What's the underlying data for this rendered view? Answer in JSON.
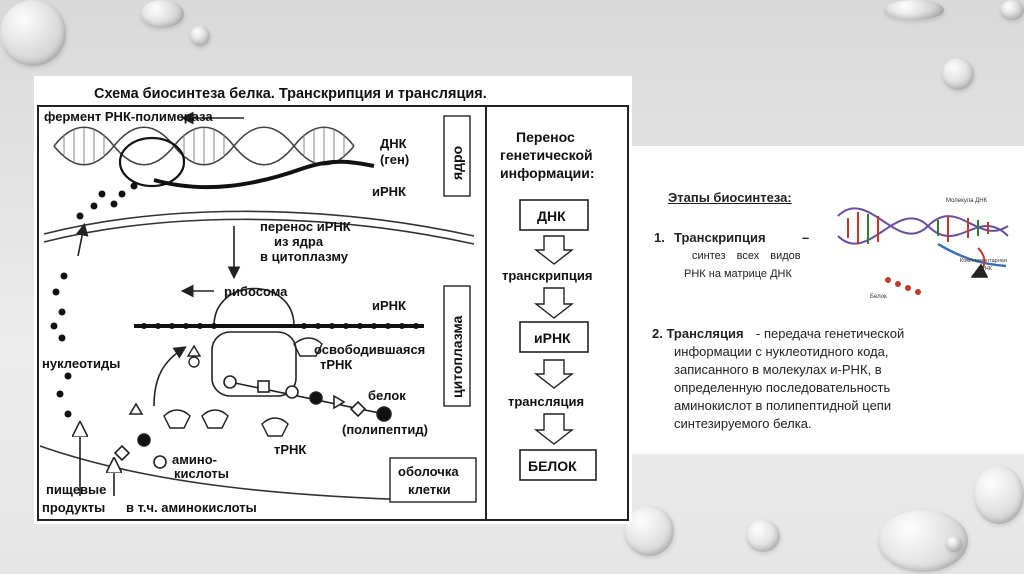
{
  "diagram": {
    "title": "Схема биосинтеза белка. Транскрипция и трансляция.",
    "labels": {
      "enzyme": "фермент РНК-полимераза",
      "dna": "ДНК",
      "gene": "(ген)",
      "irna_top": "иРНК",
      "nucleus": "ядро",
      "transfer_line1": "перенос иРНК",
      "transfer_line2": "из ядра",
      "transfer_line3": "в цитоплазму",
      "ribosome": "рибосома",
      "irna_mid": "иРНК",
      "cytoplasm": "цитоплазма",
      "nucleotides": "нуклеотиды",
      "freed_line1": "освободившаяся",
      "freed_line2": "тРНК",
      "protein": "белок",
      "polypeptide": "(полипептид)",
      "trna": "тРНК",
      "amino_line1": "амино-",
      "amino_line2": "кислоты",
      "membrane_line1": "оболочка",
      "membrane_line2": "клетки",
      "food_line1": "пищевые",
      "food_line2": "продукты",
      "incl_amino": "в т.ч. аминокислоты"
    },
    "flow": {
      "heading_line1": "Перенос",
      "heading_line2": "генетической",
      "heading_line3": "информации:",
      "box_dna": "ДНК",
      "step_transcription": "транскрипция",
      "box_irna": "иРНК",
      "step_translation": "трансляция",
      "box_protein": "БЕЛОК"
    }
  },
  "right_panel": {
    "stages_title": "Этапы биосинтеза:",
    "stage1_num": "1.",
    "stage1_title": "Транскрипция",
    "stage1_dash": "–",
    "stage1_desc_line1": "синтез всех видов",
    "stage1_desc_line2": "РНК на матрице ДНК",
    "stage2_title": "2. Трансляция",
    "stage2_desc": "- передача генетической",
    "stage2_line2": "информации с нуклеотидного кода,",
    "stage2_line3": "записанного в молекулах и-РНК, в",
    "stage2_line4": "определенную последовательность",
    "stage2_line5": "аминокислот в полипептидной цепи",
    "stage2_line6": "синтезируемого белка.",
    "mini_dna": "Молекула ДНК",
    "mini_mrna_line1": "Комплементарная",
    "mini_mrna_line2": "иРНК",
    "mini_protein": "Белок"
  }
}
